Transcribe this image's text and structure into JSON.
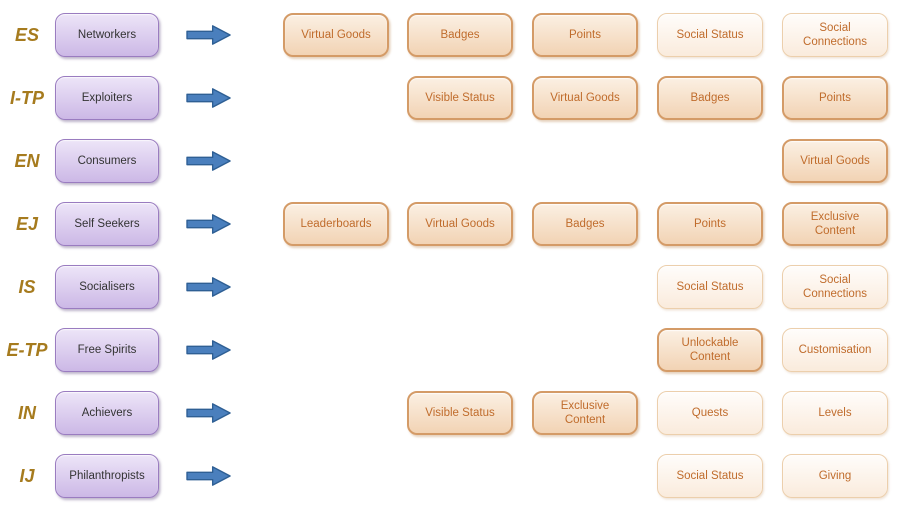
{
  "colors": {
    "label_text": "#A67B1E",
    "purple_border": "#9A7CC0",
    "purple_fill_top": "#EDE5F8",
    "purple_fill_bottom": "#CCB8E6",
    "purple_text": "#333333",
    "arrow_fill": "#4A7FBD",
    "arrow_stroke": "#2E5F94",
    "orange_text": "#C06C2C",
    "filled_border": "#D49B67",
    "filled_top": "#FBF0E3",
    "filled_bottom": "#F2D3B4",
    "light_border": "#ECCFAC",
    "light_top": "#FFFDFB",
    "light_bottom": "#FAEBDC"
  },
  "rows": [
    {
      "code": "ES",
      "type": "Networkers",
      "elements": [
        {
          "label": "Virtual Goods",
          "col": 1,
          "variant": "filled"
        },
        {
          "label": "Badges",
          "col": 2,
          "variant": "filled"
        },
        {
          "label": "Points",
          "col": 3,
          "variant": "filled"
        },
        {
          "label": "Social Status",
          "col": 4,
          "variant": "light"
        },
        {
          "label": "Social Connections",
          "col": 5,
          "variant": "light"
        }
      ]
    },
    {
      "code": "I-TP",
      "type": "Exploiters",
      "elements": [
        {
          "label": "Visible Status",
          "col": 2,
          "variant": "filled"
        },
        {
          "label": "Virtual Goods",
          "col": 3,
          "variant": "filled"
        },
        {
          "label": "Badges",
          "col": 4,
          "variant": "filled"
        },
        {
          "label": "Points",
          "col": 5,
          "variant": "filled"
        }
      ]
    },
    {
      "code": "EN",
      "type": "Consumers",
      "elements": [
        {
          "label": "Virtual Goods",
          "col": 5,
          "variant": "filled"
        }
      ]
    },
    {
      "code": "EJ",
      "type": "Self Seekers",
      "elements": [
        {
          "label": "Leaderboards",
          "col": 1,
          "variant": "filled"
        },
        {
          "label": "Virtual Goods",
          "col": 2,
          "variant": "filled"
        },
        {
          "label": "Badges",
          "col": 3,
          "variant": "filled"
        },
        {
          "label": "Points",
          "col": 4,
          "variant": "filled"
        },
        {
          "label": "Exclusive Content",
          "col": 5,
          "variant": "filled"
        }
      ]
    },
    {
      "code": "IS",
      "type": "Socialisers",
      "elements": [
        {
          "label": "Social Status",
          "col": 4,
          "variant": "light"
        },
        {
          "label": "Social Connections",
          "col": 5,
          "variant": "light"
        }
      ]
    },
    {
      "code": "E-TP",
      "type": "Free Spirits",
      "elements": [
        {
          "label": "Unlockable Content",
          "col": 4,
          "variant": "filled"
        },
        {
          "label": "Customisation",
          "col": 5,
          "variant": "light"
        }
      ]
    },
    {
      "code": "IN",
      "type": "Achievers",
      "elements": [
        {
          "label": "Visible Status",
          "col": 2,
          "variant": "filled"
        },
        {
          "label": "Exclusive Content",
          "col": 3,
          "variant": "filled"
        },
        {
          "label": "Quests",
          "col": 4,
          "variant": "light"
        },
        {
          "label": "Levels",
          "col": 5,
          "variant": "light"
        }
      ]
    },
    {
      "code": "IJ",
      "type": "Philanthropists",
      "elements": [
        {
          "label": "Social Status",
          "col": 4,
          "variant": "light"
        },
        {
          "label": "Giving",
          "col": 5,
          "variant": "light"
        }
      ]
    }
  ],
  "layout": {
    "row_top_start": 13,
    "row_pitch": 63,
    "column_lefts": [
      283,
      407,
      532,
      657,
      782
    ]
  }
}
